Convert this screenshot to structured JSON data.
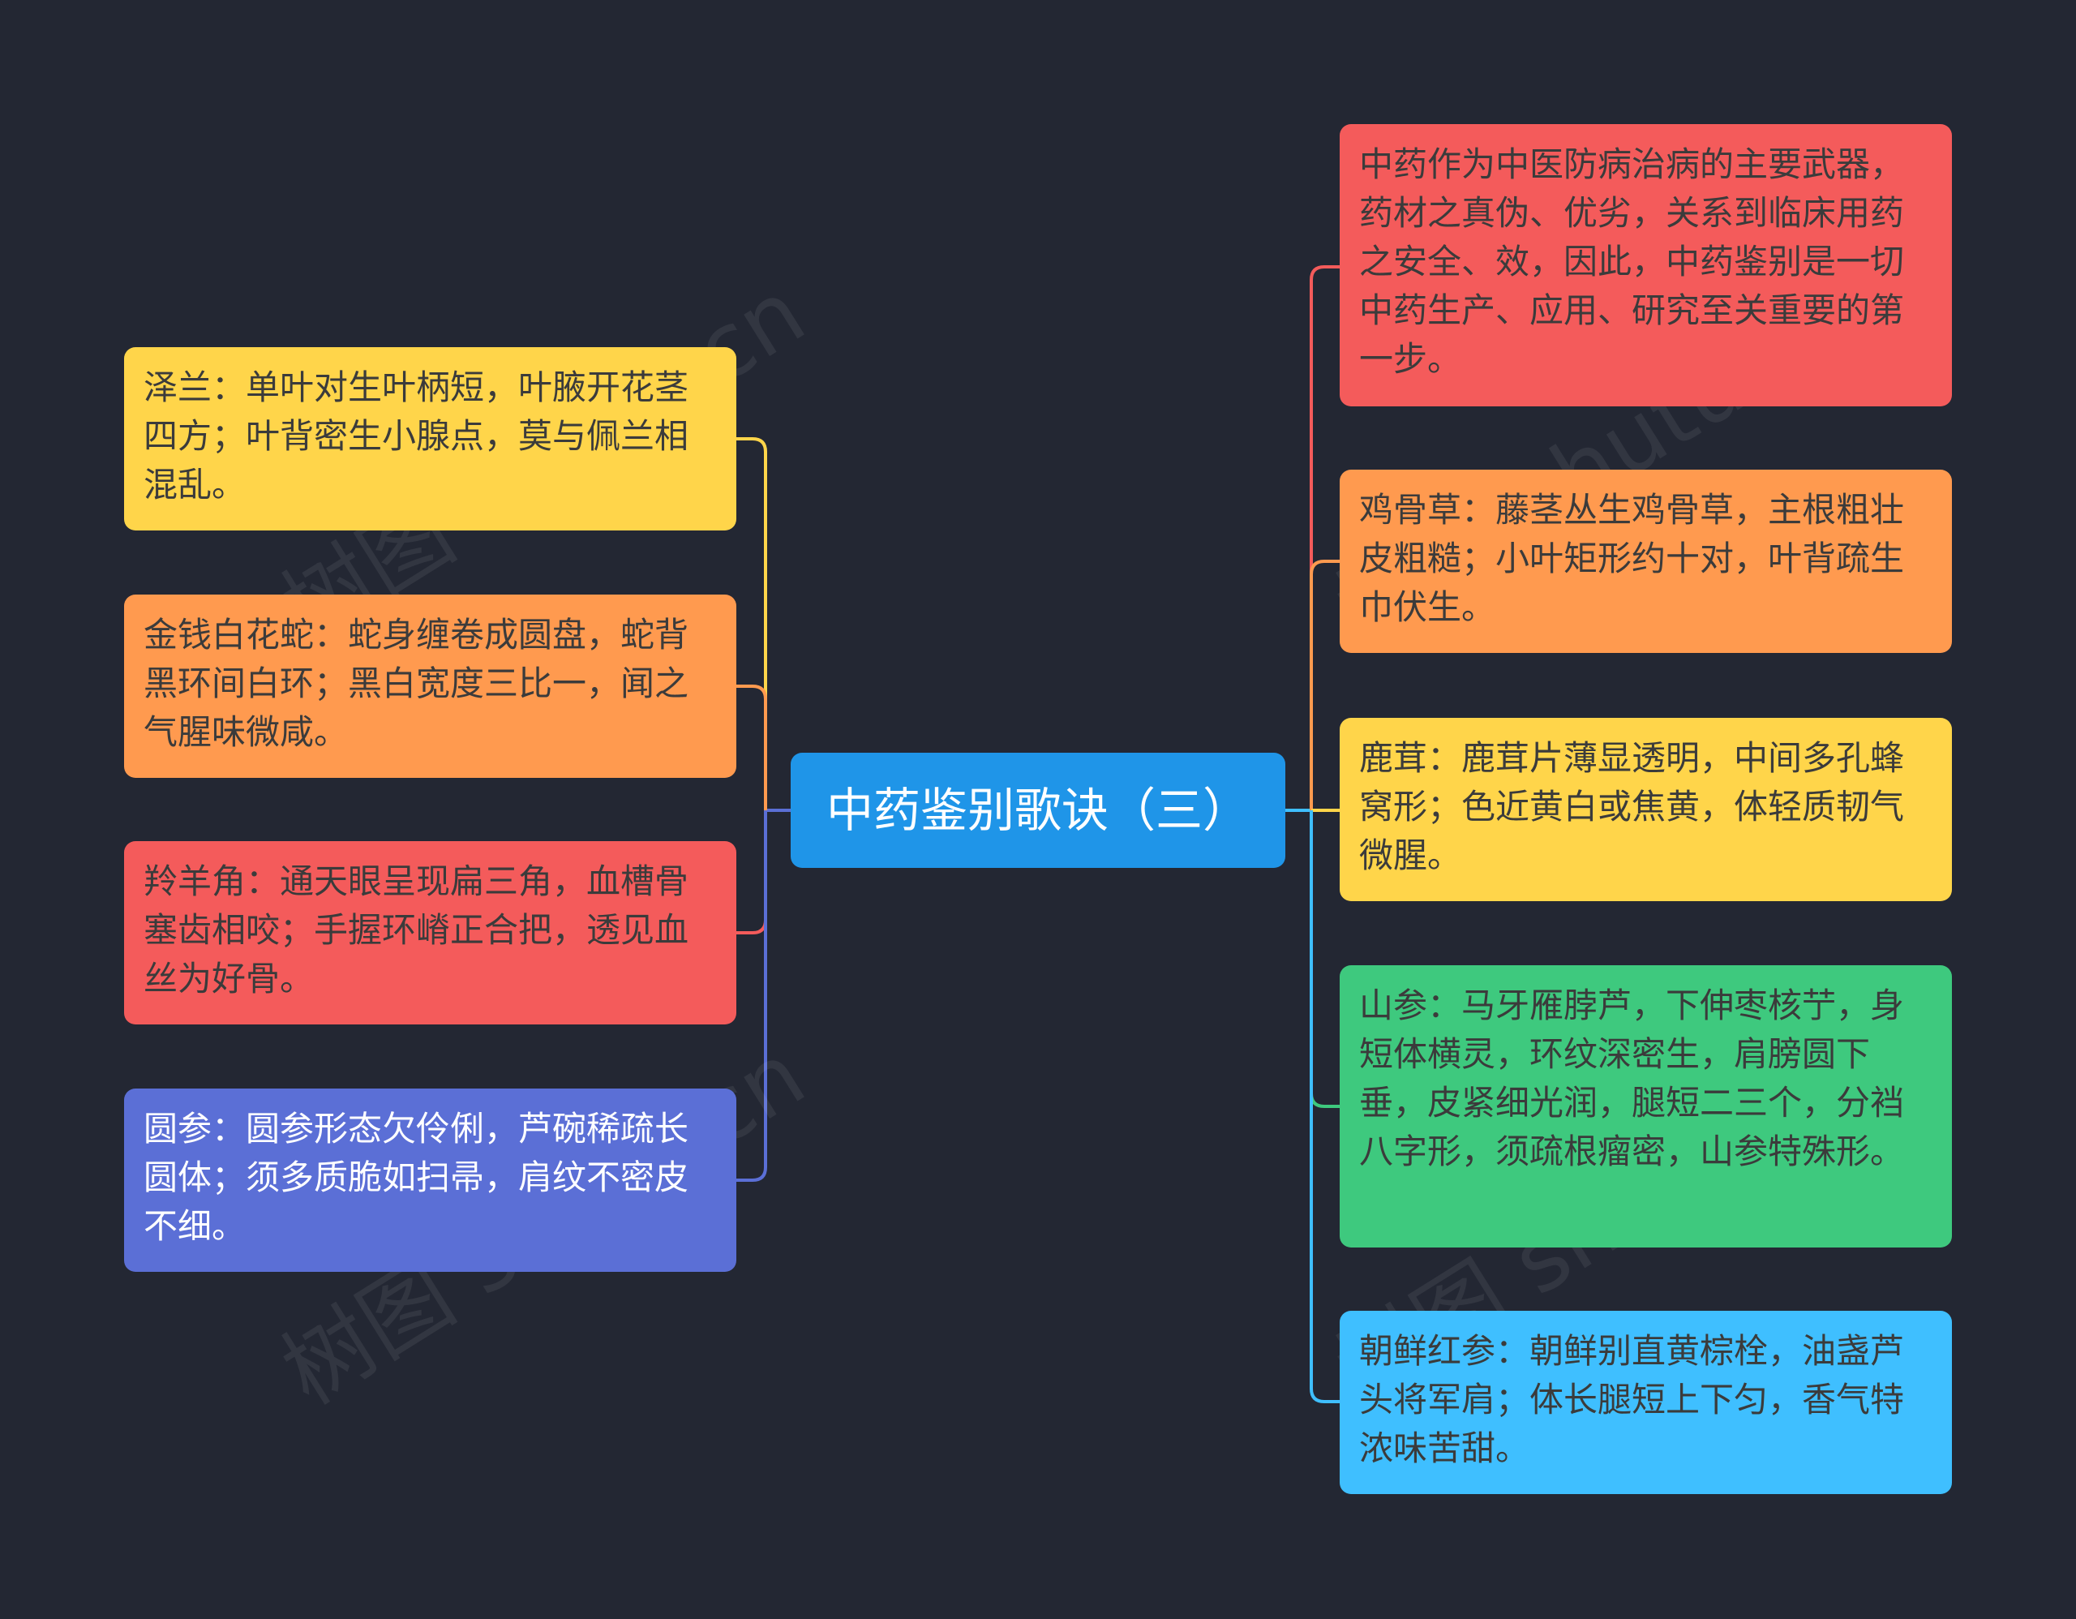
{
  "root": {
    "label": "中药鉴别歌诀（三）",
    "color": "#1f95e8"
  },
  "left_nodes": [
    {
      "text": "泽兰：单叶对生叶柄短，叶腋开花茎四方；叶背密生小腺点，莫与佩兰相混乱。",
      "color": "#ffd54a",
      "line": "#ffd54a"
    },
    {
      "text": "金钱白花蛇：蛇身缠卷成圆盘，蛇背黑环间白环；黑白宽度三比一，闻之气腥味微咸。",
      "color": "#ff9a4f",
      "line": "#ff9a4f"
    },
    {
      "text": "羚羊角：通天眼呈现扁三角，血槽骨塞齿相咬；手握环嵴正合把，透见血丝为好骨。",
      "color": "#f45b5b",
      "line": "#f45b5b"
    },
    {
      "text": "圆参：圆参形态欠伶俐，芦碗稀疏长圆体；须多质脆如扫帚，肩纹不密皮不细。",
      "color": "#5b6fd6",
      "line": "#5b6fd6"
    }
  ],
  "right_nodes": [
    {
      "text": "中药作为中医防病治病的主要武器，药材之真伪、优劣，关系到临床用药之安全、效，因此，中药鉴别是一切中药生产、应用、研究至关重要的第一步。",
      "color": "#f45b5b",
      "line": "#f45b5b"
    },
    {
      "text": "鸡骨草：藤茎丛生鸡骨草，主根粗壮皮粗糙；小叶矩形约十对，叶背疏生巾伏生。",
      "color": "#ff9a4f",
      "line": "#ff9a4f"
    },
    {
      "text": "鹿茸：鹿茸片薄显透明，中间多孔蜂窝形；色近黄白或焦黄，体轻质韧气微腥。",
      "color": "#ffd54a",
      "line": "#ffd54a"
    },
    {
      "text": "山参：马牙雁脖芦，下伸枣核艼，身短体横灵，环纹深密生，肩膀圆下垂，皮紧细光润，腿短二三个，分裆八字形，须疏根瘤密，山参特殊形。",
      "color": "#3ec97e",
      "line": "#3ec97e"
    },
    {
      "text": "朝鲜红参：朝鲜别直黄棕栓，油盏芦头将军肩；体长腿短上下匀，香气特浓味苦甜。",
      "color": "#3fbfff",
      "line": "#3fbfff"
    }
  ],
  "watermarks": [
    "树图 shutu.cn",
    "树图 shutu.cn",
    "树图 shutu.cn",
    "树图 shutu.cn"
  ]
}
